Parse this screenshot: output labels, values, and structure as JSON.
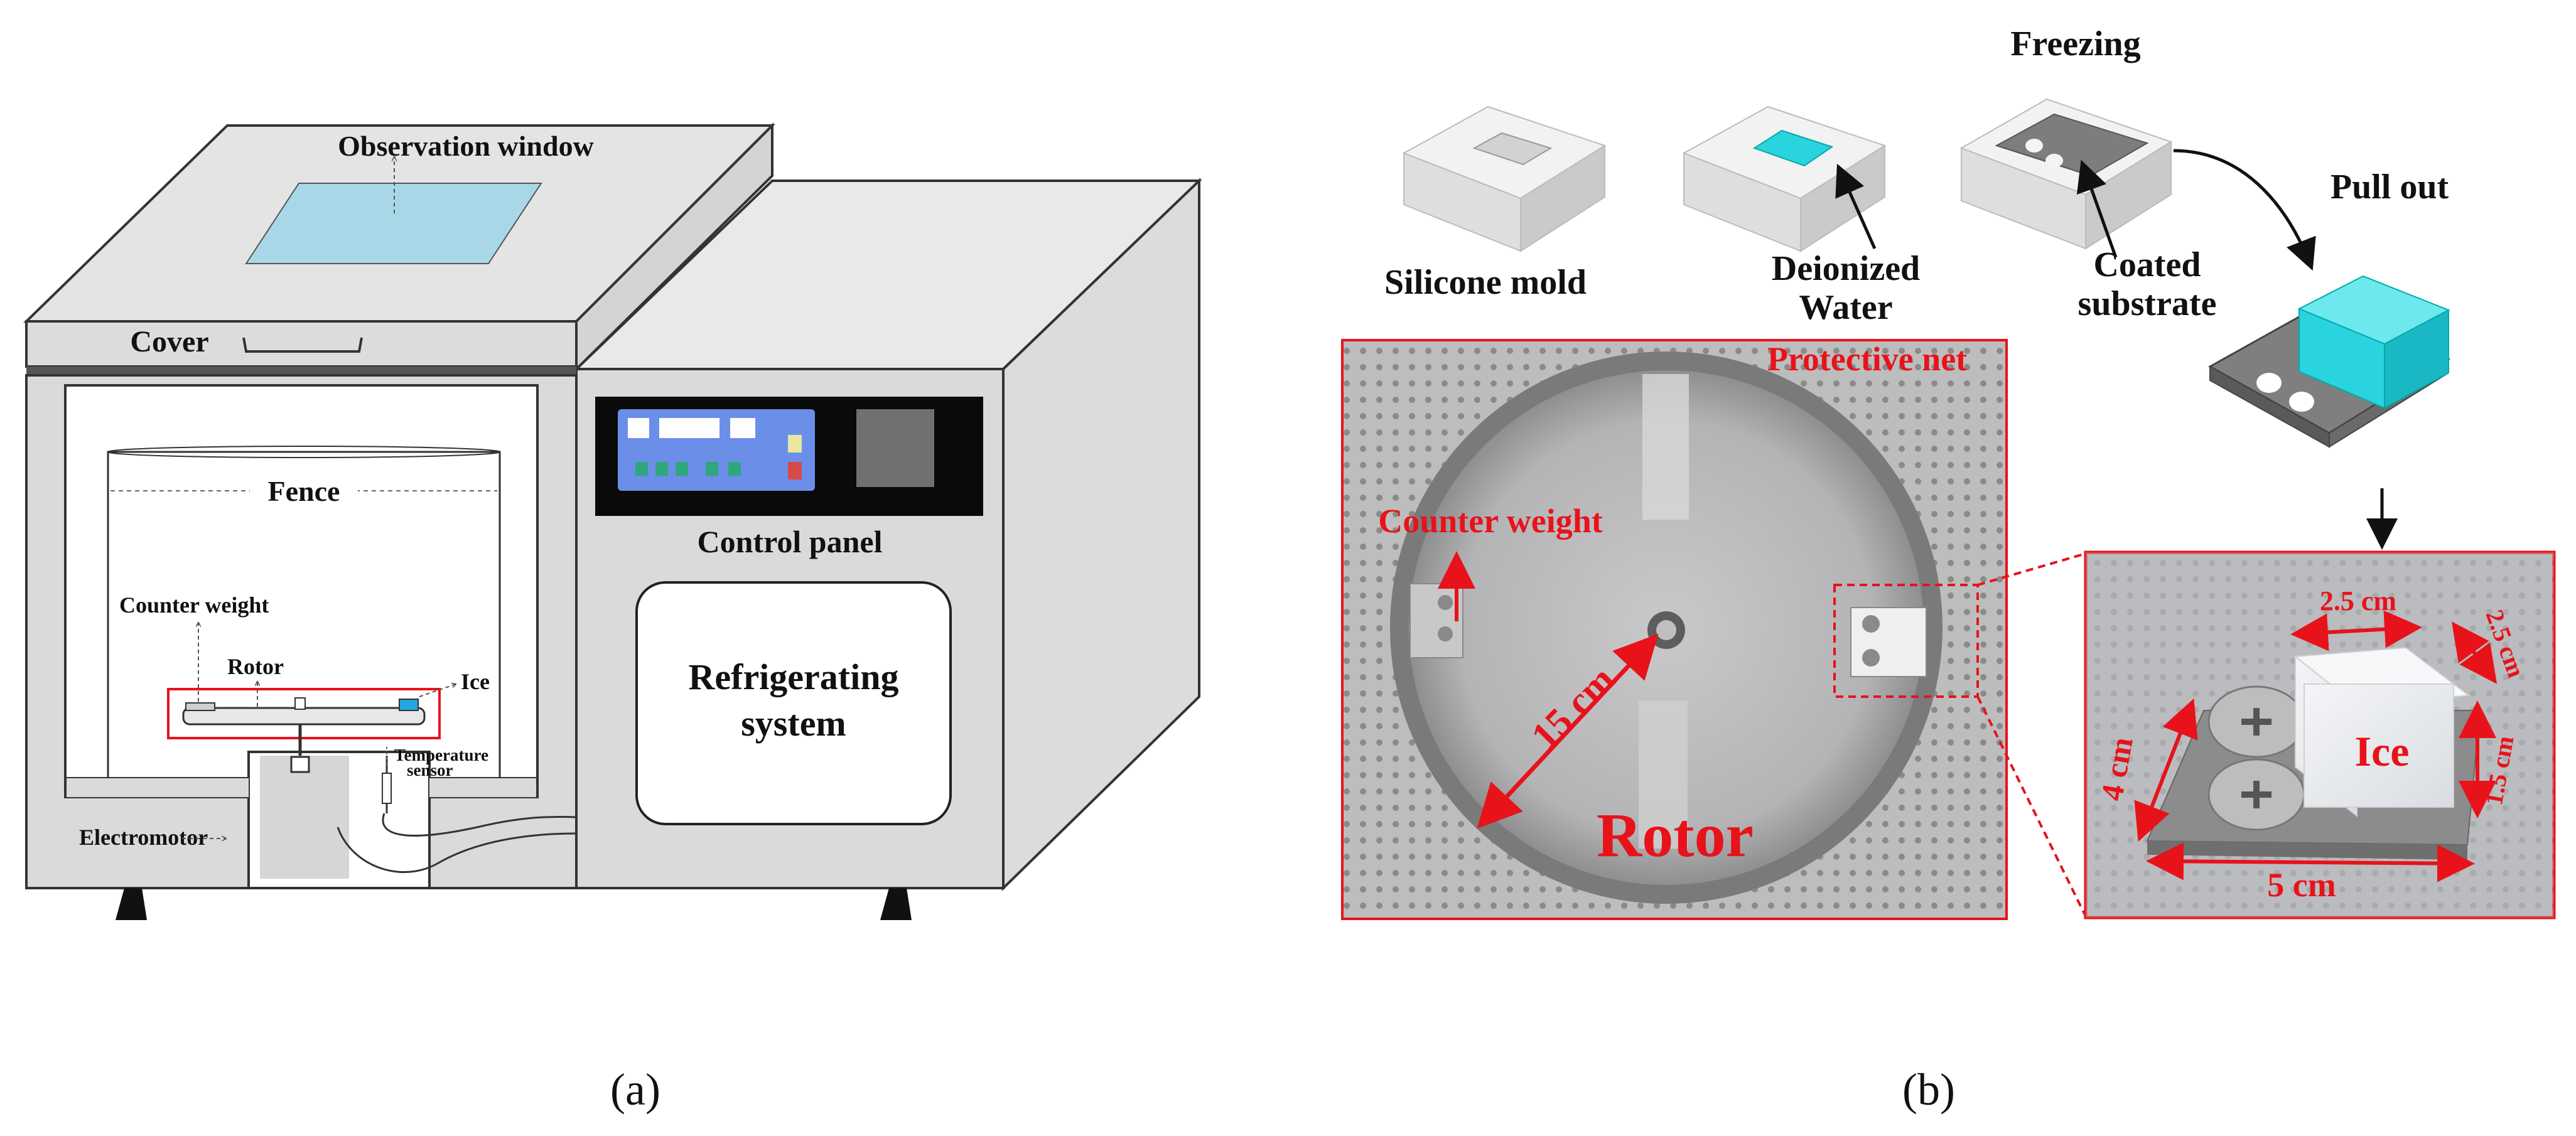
{
  "panel_a": {
    "caption": "(a)",
    "labels": {
      "observation_window": "Observation window",
      "cover": "Cover",
      "fence": "Fence",
      "counter_weight": "Counter weight",
      "rotor": "Rotor",
      "ice": "Ice",
      "temperature_sensor_line1": "Temperature",
      "temperature_sensor_line2": "sensor",
      "electromotor": "Electromotor",
      "control_panel": "Control panel",
      "refrigerating_line1": "Refrigerating",
      "refrigerating_line2": "system"
    }
  },
  "panel_b": {
    "caption": "(b)",
    "labels": {
      "silicone_mold": "Silicone mold",
      "deionized_line1": "Deionized",
      "deionized_line2": "Water",
      "freezing": "Freezing",
      "coated_line1": "Coated",
      "coated_line2": "substrate",
      "pull_out": "Pull out",
      "protective_net": "Protective net",
      "counter_weight": "Counter weight",
      "rotor_radius": "15 cm",
      "rotor": "Rotor",
      "dim_top": "2.5 cm",
      "dim_side": "2.5 cm",
      "dim_height": "1.5 cm",
      "dim_depth": "4 cm",
      "dim_length": "5 cm",
      "ice": "Ice"
    }
  },
  "colors": {
    "red": "#e8121a",
    "water": "#2ad4df",
    "window": "#a8d8e8",
    "panel_blue": "#6b8fe8",
    "machine_gray": "#d8d8d8"
  }
}
